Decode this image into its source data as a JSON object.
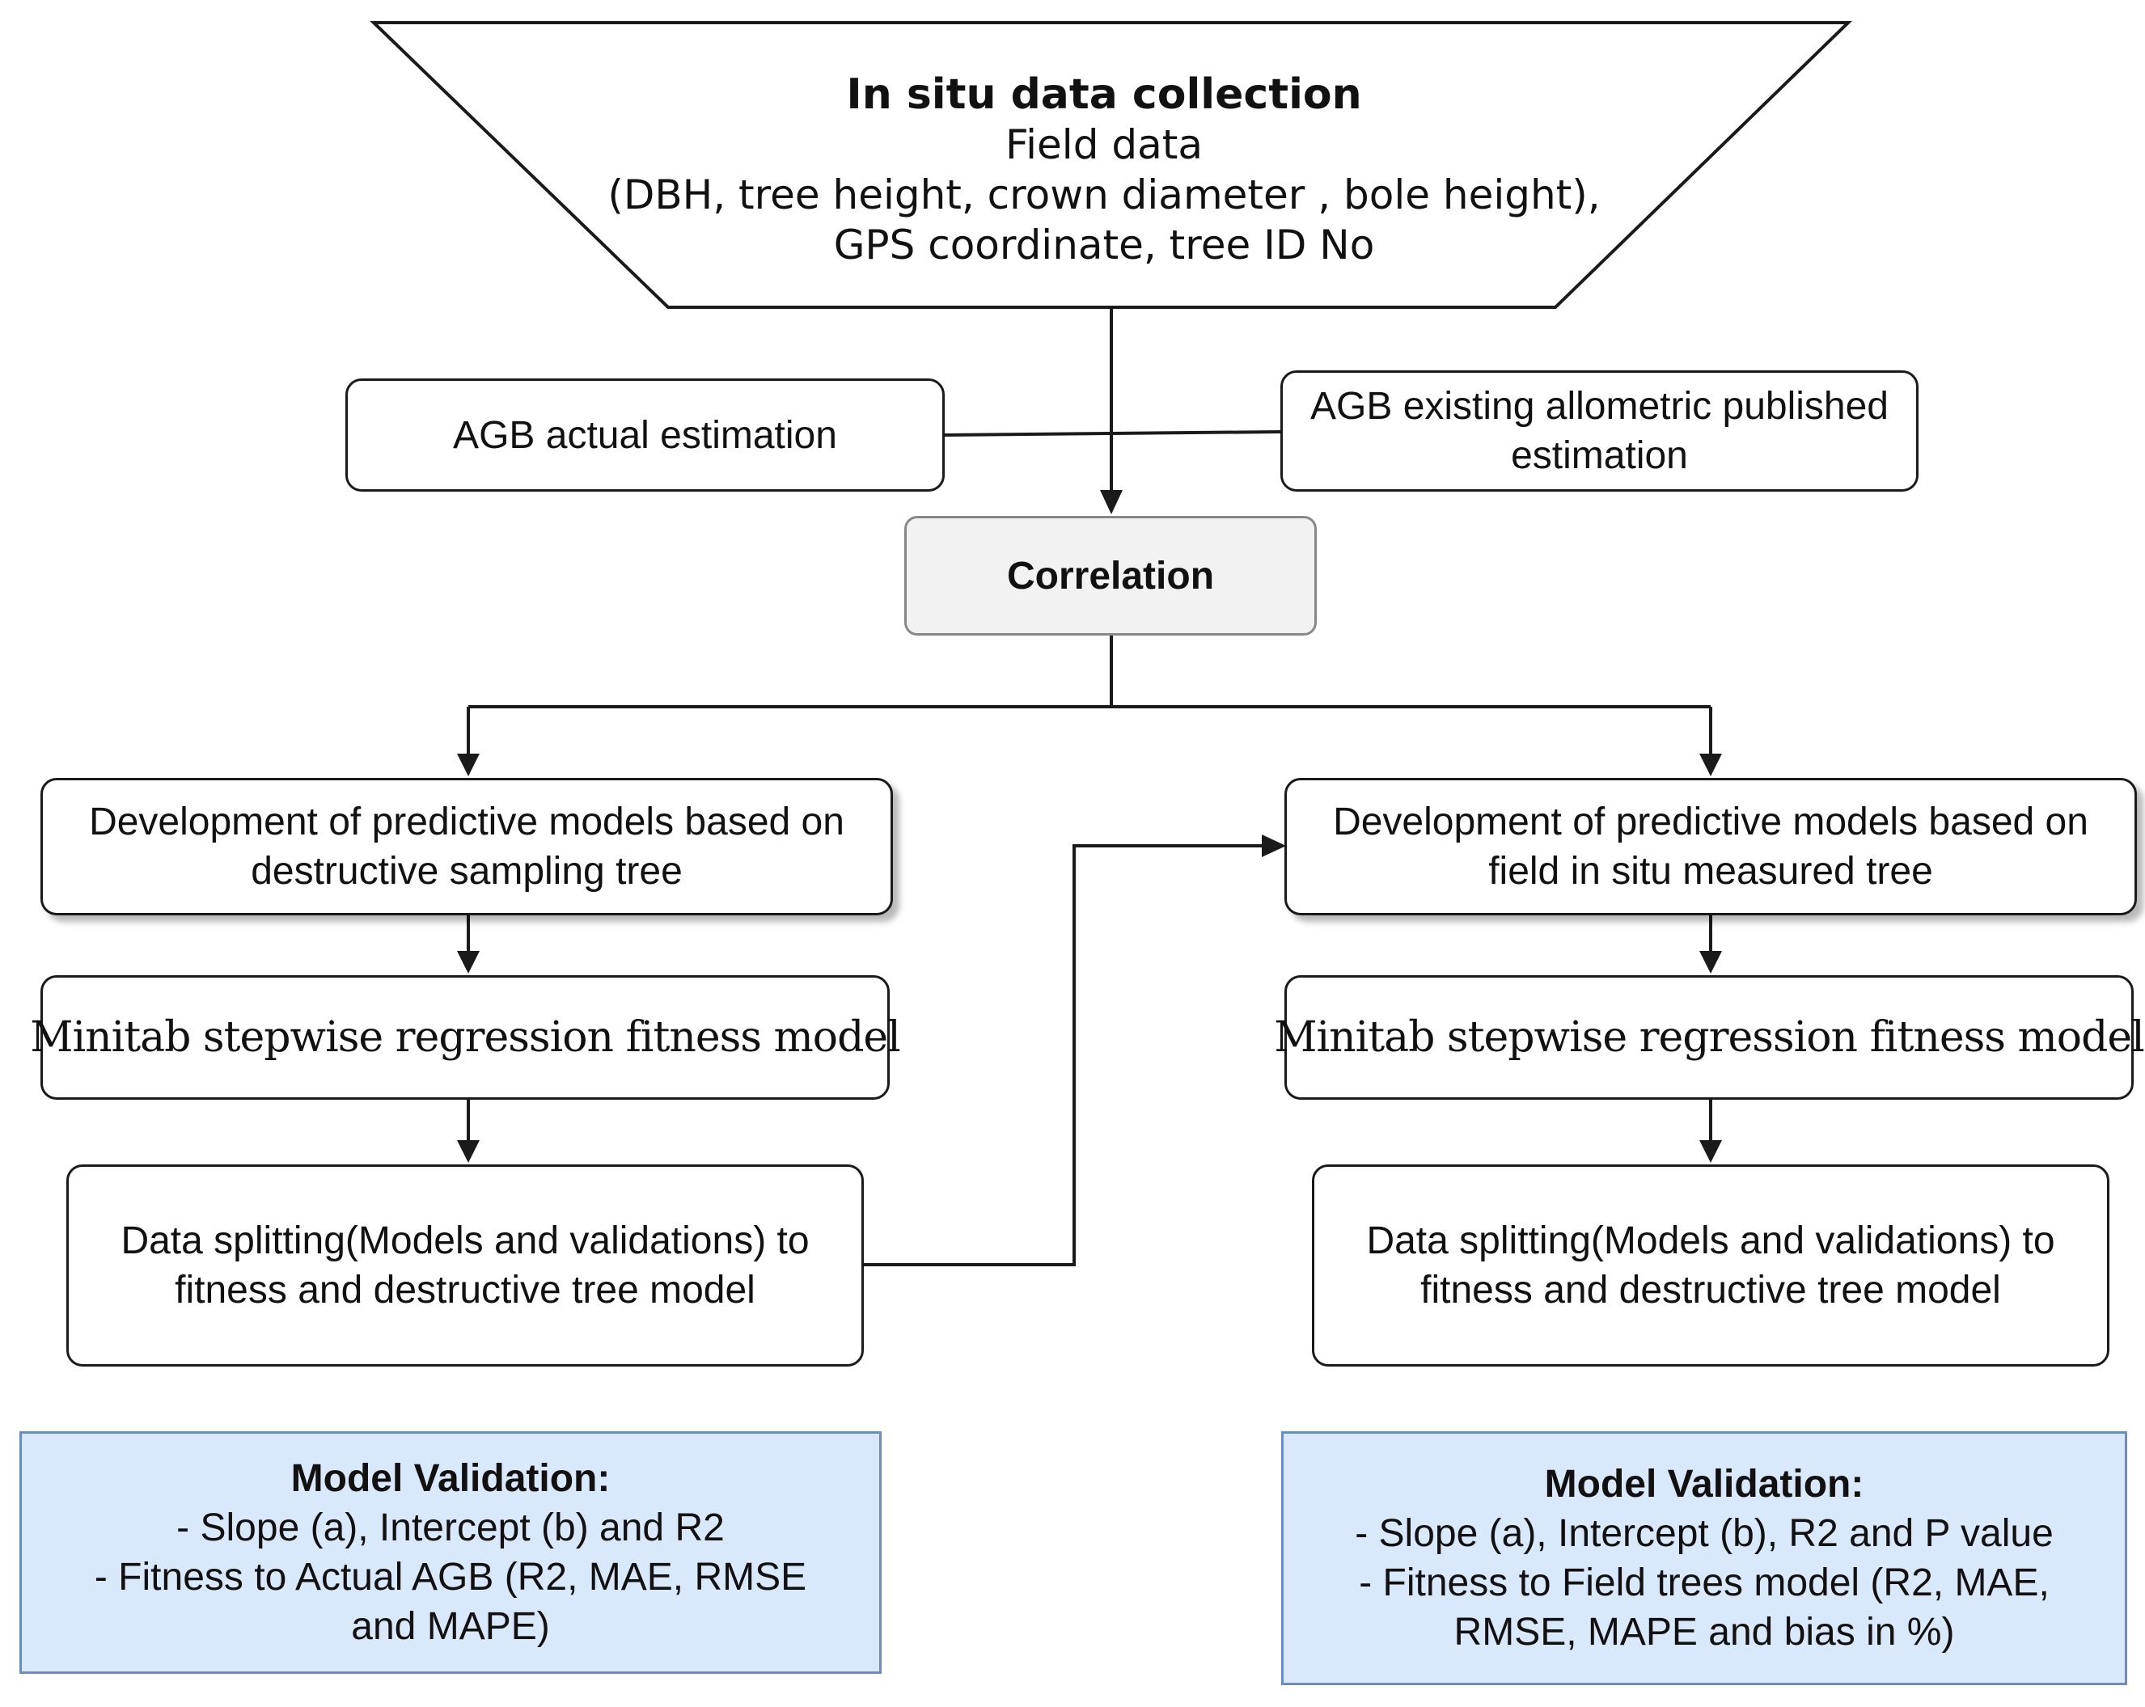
{
  "top": {
    "title": "In situ data collection",
    "lines": [
      "Field data",
      "(DBH, tree height, crown diameter , bole height),",
      "GPS coordinate, tree ID No"
    ]
  },
  "agb_actual": "AGB actual estimation",
  "agb_existing": [
    "AGB existing allometric published",
    "estimation"
  ],
  "correlation": "Correlation",
  "left": {
    "development": [
      "Development of predictive models based on",
      "destructive sampling tree"
    ],
    "minitab": "Minitab stepwise regression fitness model",
    "splitting": [
      "Data splitting(Models and validations) to",
      "fitness and destructive tree model"
    ],
    "validation_title": "Model Validation:",
    "validation_lines": [
      "- Slope (a), Intercept (b) and R2",
      "- Fitness to Actual AGB (R2, MAE, RMSE",
      "and MAPE)"
    ]
  },
  "right": {
    "development": [
      "Development of predictive models based on",
      "field in situ measured tree"
    ],
    "minitab": "Minitab stepwise regression fitness model",
    "splitting": [
      "Data splitting(Models and validations) to",
      "fitness and destructive tree model"
    ],
    "validation_title": "Model Validation:",
    "validation_lines": [
      "- Slope (a), Intercept (b), R2 and P value",
      "- Fitness to Field trees model (R2, MAE,",
      "RMSE, MAPE and bias in %)"
    ]
  },
  "colors": {
    "line": "#1a1a1a",
    "correlation_fill": "#f2f2f2",
    "validation_fill": "#dae8fc",
    "validation_border": "#6c8ebf"
  }
}
